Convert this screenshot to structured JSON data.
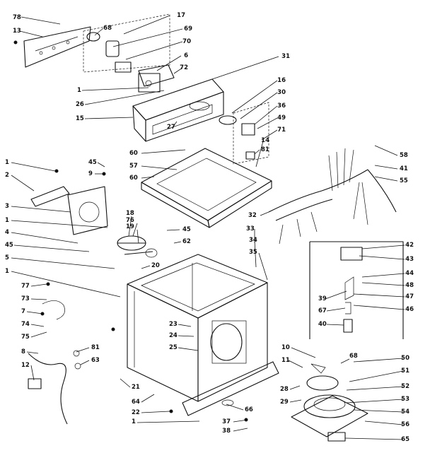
{
  "callouts": [
    {
      "id": "c78",
      "text": "78"
    },
    {
      "id": "c13",
      "text": "13"
    },
    {
      "id": "c17",
      "text": "17"
    },
    {
      "id": "c68",
      "text": "68"
    },
    {
      "id": "c69",
      "text": "69"
    },
    {
      "id": "c70",
      "text": "70"
    },
    {
      "id": "c6",
      "text": "6"
    },
    {
      "id": "c72",
      "text": "72"
    },
    {
      "id": "c31",
      "text": "31"
    },
    {
      "id": "c1a",
      "text": "1"
    },
    {
      "id": "c26",
      "text": "26"
    },
    {
      "id": "c16",
      "text": "16"
    },
    {
      "id": "c30",
      "text": "30"
    },
    {
      "id": "c15",
      "text": "15"
    },
    {
      "id": "c36",
      "text": "36"
    },
    {
      "id": "c49",
      "text": "49"
    },
    {
      "id": "c27",
      "text": "27"
    },
    {
      "id": "c71",
      "text": "71"
    },
    {
      "id": "c81a",
      "text": "81"
    },
    {
      "id": "c14",
      "text": "14"
    },
    {
      "id": "c60a",
      "text": "60"
    },
    {
      "id": "c57",
      "text": "57"
    },
    {
      "id": "c60b",
      "text": "60"
    },
    {
      "id": "c58",
      "text": "58"
    },
    {
      "id": "c41",
      "text": "41"
    },
    {
      "id": "c55",
      "text": "55"
    },
    {
      "id": "c1b",
      "text": "1"
    },
    {
      "id": "c45a",
      "text": "45"
    },
    {
      "id": "c9",
      "text": "9"
    },
    {
      "id": "c2",
      "text": "2"
    },
    {
      "id": "c3",
      "text": "3"
    },
    {
      "id": "c18",
      "text": "18"
    },
    {
      "id": "c76",
      "text": "76"
    },
    {
      "id": "c19",
      "text": "19"
    },
    {
      "id": "c45b",
      "text": "45"
    },
    {
      "id": "c32",
      "text": "32"
    },
    {
      "id": "c1c",
      "text": "1"
    },
    {
      "id": "c4",
      "text": "4"
    },
    {
      "id": "c33",
      "text": "33"
    },
    {
      "id": "c62",
      "text": "62"
    },
    {
      "id": "c34",
      "text": "34"
    },
    {
      "id": "c42",
      "text": "42"
    },
    {
      "id": "c45c",
      "text": "45"
    },
    {
      "id": "c35",
      "text": "35"
    },
    {
      "id": "c43",
      "text": "43"
    },
    {
      "id": "c5",
      "text": "5"
    },
    {
      "id": "c20",
      "text": "20"
    },
    {
      "id": "c1d",
      "text": "1"
    },
    {
      "id": "c44",
      "text": "44"
    },
    {
      "id": "c48",
      "text": "48"
    },
    {
      "id": "c77",
      "text": "77"
    },
    {
      "id": "c73",
      "text": "73"
    },
    {
      "id": "c39",
      "text": "39"
    },
    {
      "id": "c47",
      "text": "47"
    },
    {
      "id": "c7",
      "text": "7"
    },
    {
      "id": "c67",
      "text": "67"
    },
    {
      "id": "c46",
      "text": "46"
    },
    {
      "id": "c23",
      "text": "23"
    },
    {
      "id": "c74",
      "text": "74"
    },
    {
      "id": "c40",
      "text": "40"
    },
    {
      "id": "c24",
      "text": "24"
    },
    {
      "id": "c75",
      "text": "75"
    },
    {
      "id": "c81b",
      "text": "81"
    },
    {
      "id": "c25",
      "text": "25"
    },
    {
      "id": "c8",
      "text": "8"
    },
    {
      "id": "c10",
      "text": "10"
    },
    {
      "id": "c50",
      "text": "50"
    },
    {
      "id": "c63",
      "text": "63"
    },
    {
      "id": "c68b",
      "text": "68"
    },
    {
      "id": "c12",
      "text": "12"
    },
    {
      "id": "c11",
      "text": "11"
    },
    {
      "id": "c51",
      "text": "51"
    },
    {
      "id": "c28",
      "text": "28"
    },
    {
      "id": "c52",
      "text": "52"
    },
    {
      "id": "c21",
      "text": "21"
    },
    {
      "id": "c29",
      "text": "29"
    },
    {
      "id": "c53",
      "text": "53"
    },
    {
      "id": "c64",
      "text": "64"
    },
    {
      "id": "c22",
      "text": "22"
    },
    {
      "id": "c54",
      "text": "54"
    },
    {
      "id": "c1e",
      "text": "1"
    },
    {
      "id": "c66",
      "text": "66"
    },
    {
      "id": "c37",
      "text": "37"
    },
    {
      "id": "c56",
      "text": "56"
    },
    {
      "id": "c38",
      "text": "38"
    },
    {
      "id": "c65",
      "text": "65"
    }
  ]
}
